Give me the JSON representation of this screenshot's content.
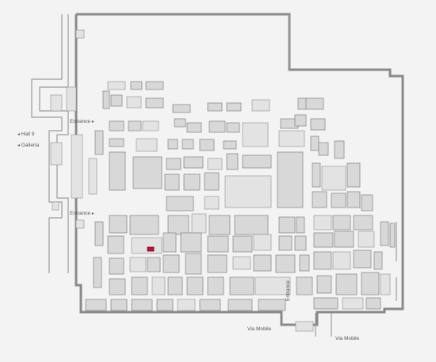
{
  "map": {
    "labels": {
      "entrance_top": "Entrance",
      "entrance_bottom": "Entrance",
      "entrance_right_vertical": "Entrance",
      "hall": "Hall 9",
      "galleria": "Galleria",
      "via_mobile_left": "Via Mobile",
      "via_mobile_right": "Via Mobile"
    },
    "colors": {
      "background": "#f3f3f3",
      "wall": "#8a8a8a",
      "booth_fill": "#d8d8d8",
      "highlight_booth": "#c8102e"
    },
    "icons": {
      "left_arrow": "◂",
      "right_arrow": "▸"
    }
  }
}
